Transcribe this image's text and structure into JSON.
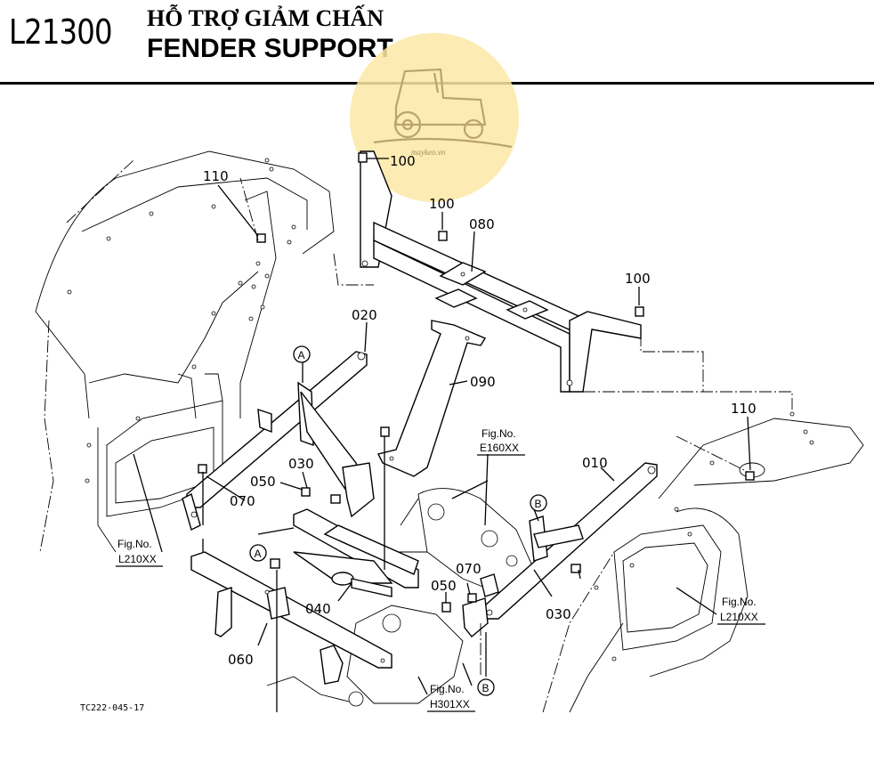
{
  "header": {
    "code": "L21300",
    "title_vi": "HỖ TRỢ GIẢM CHẤN",
    "title_en": "FENDER SUPPORT"
  },
  "watermark": {
    "text": "maykeo.vn"
  },
  "parts": {
    "p010": "010",
    "p020": "020",
    "p030a": "030",
    "p030b": "030",
    "p040": "040",
    "p050a": "050",
    "p050b": "050",
    "p060": "060",
    "p070a": "070",
    "p070b": "070",
    "p080": "080",
    "p090": "090",
    "p100a": "100",
    "p100b": "100",
    "p100c": "100",
    "p110a": "110",
    "p110b": "110"
  },
  "refs": {
    "fig_no": "Fig.No.",
    "e160": "E160XX",
    "l210_left": "L210XX",
    "l210_right": "L210XX",
    "h301": "H301XX"
  },
  "markers": {
    "a1": "A",
    "a2": "A",
    "b1": "B",
    "b2": "B"
  },
  "figure_id": "TC222-045-17"
}
